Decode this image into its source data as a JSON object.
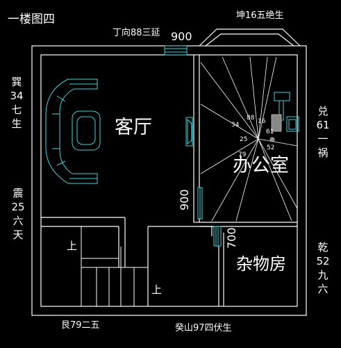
{
  "title": "一楼图四",
  "top_direction": "丁向88三延",
  "top_right_direction": "坤16五绝生",
  "door_width_top": "900",
  "door_width_mid": "900",
  "door_width_storage": "700",
  "rooms": {
    "living": "客厅",
    "office": "办公室",
    "storage": "杂物房"
  },
  "stairs": {
    "up_left": "上",
    "up_bottom": "上"
  },
  "left_labels": [
    [
      "巽",
      "34",
      "七",
      "生"
    ],
    [
      "震",
      "25",
      "六",
      "天"
    ]
  ],
  "right_labels": [
    [
      "兑",
      "61",
      "一",
      "祸"
    ],
    [
      "乾",
      "52",
      "九",
      "六"
    ]
  ],
  "bottom_left": "艮79二五",
  "bottom_center": "癸山97四伏生",
  "office_numbers": {
    "n34": "34",
    "n88": "88",
    "n16": "16",
    "n25": "25",
    "n61": "61",
    "n52": "52",
    "n79": "79"
  },
  "colors": {
    "wall": "#ffffff",
    "furniture": "#3fd6e0",
    "background": "#000000",
    "rays": "#ffffff"
  }
}
